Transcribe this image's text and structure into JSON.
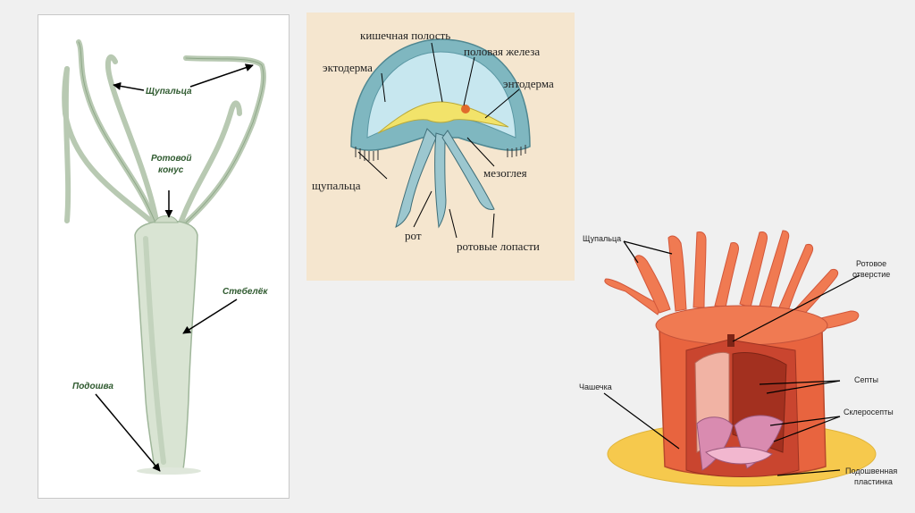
{
  "hydra": {
    "tentacles": "Щупальца",
    "mouth_cone_line1": "Ротовой",
    "mouth_cone_line2": "конус",
    "stalk": "Стебелёк",
    "sole": "Подошва"
  },
  "jellyfish": {
    "gut_cavity": "кишечная полость",
    "gonad": "половая железа",
    "ectoderm": "эктодерма",
    "endoderm": "энтодерма",
    "mesoglea": "мезоглея",
    "tentacles": "щупальца",
    "mouth": "рот",
    "oral_lobes": "ротовые лопасти"
  },
  "anemone": {
    "tentacles": "Щупальца",
    "mouth_line1": "Ротовое",
    "mouth_line2": "отверстие",
    "septa": "Септы",
    "cup": "Чашечка",
    "sclerosepta": "Склеросепты",
    "basal_line1": "Подошвенная",
    "basal_line2": "пластинка"
  },
  "colors": {
    "hydra_body": "#d9e4d3",
    "hydra_outline": "#9fb69a",
    "jelly_bell": "#7fb7c0",
    "jelly_inner": "#c7e7ef",
    "jelly_gonad": "#f2e36a",
    "anemone_body": "#e8643f",
    "anemone_tentacle": "#f07a52",
    "anemone_base": "#f6c94d",
    "anemone_septa": "#d98bb0"
  }
}
